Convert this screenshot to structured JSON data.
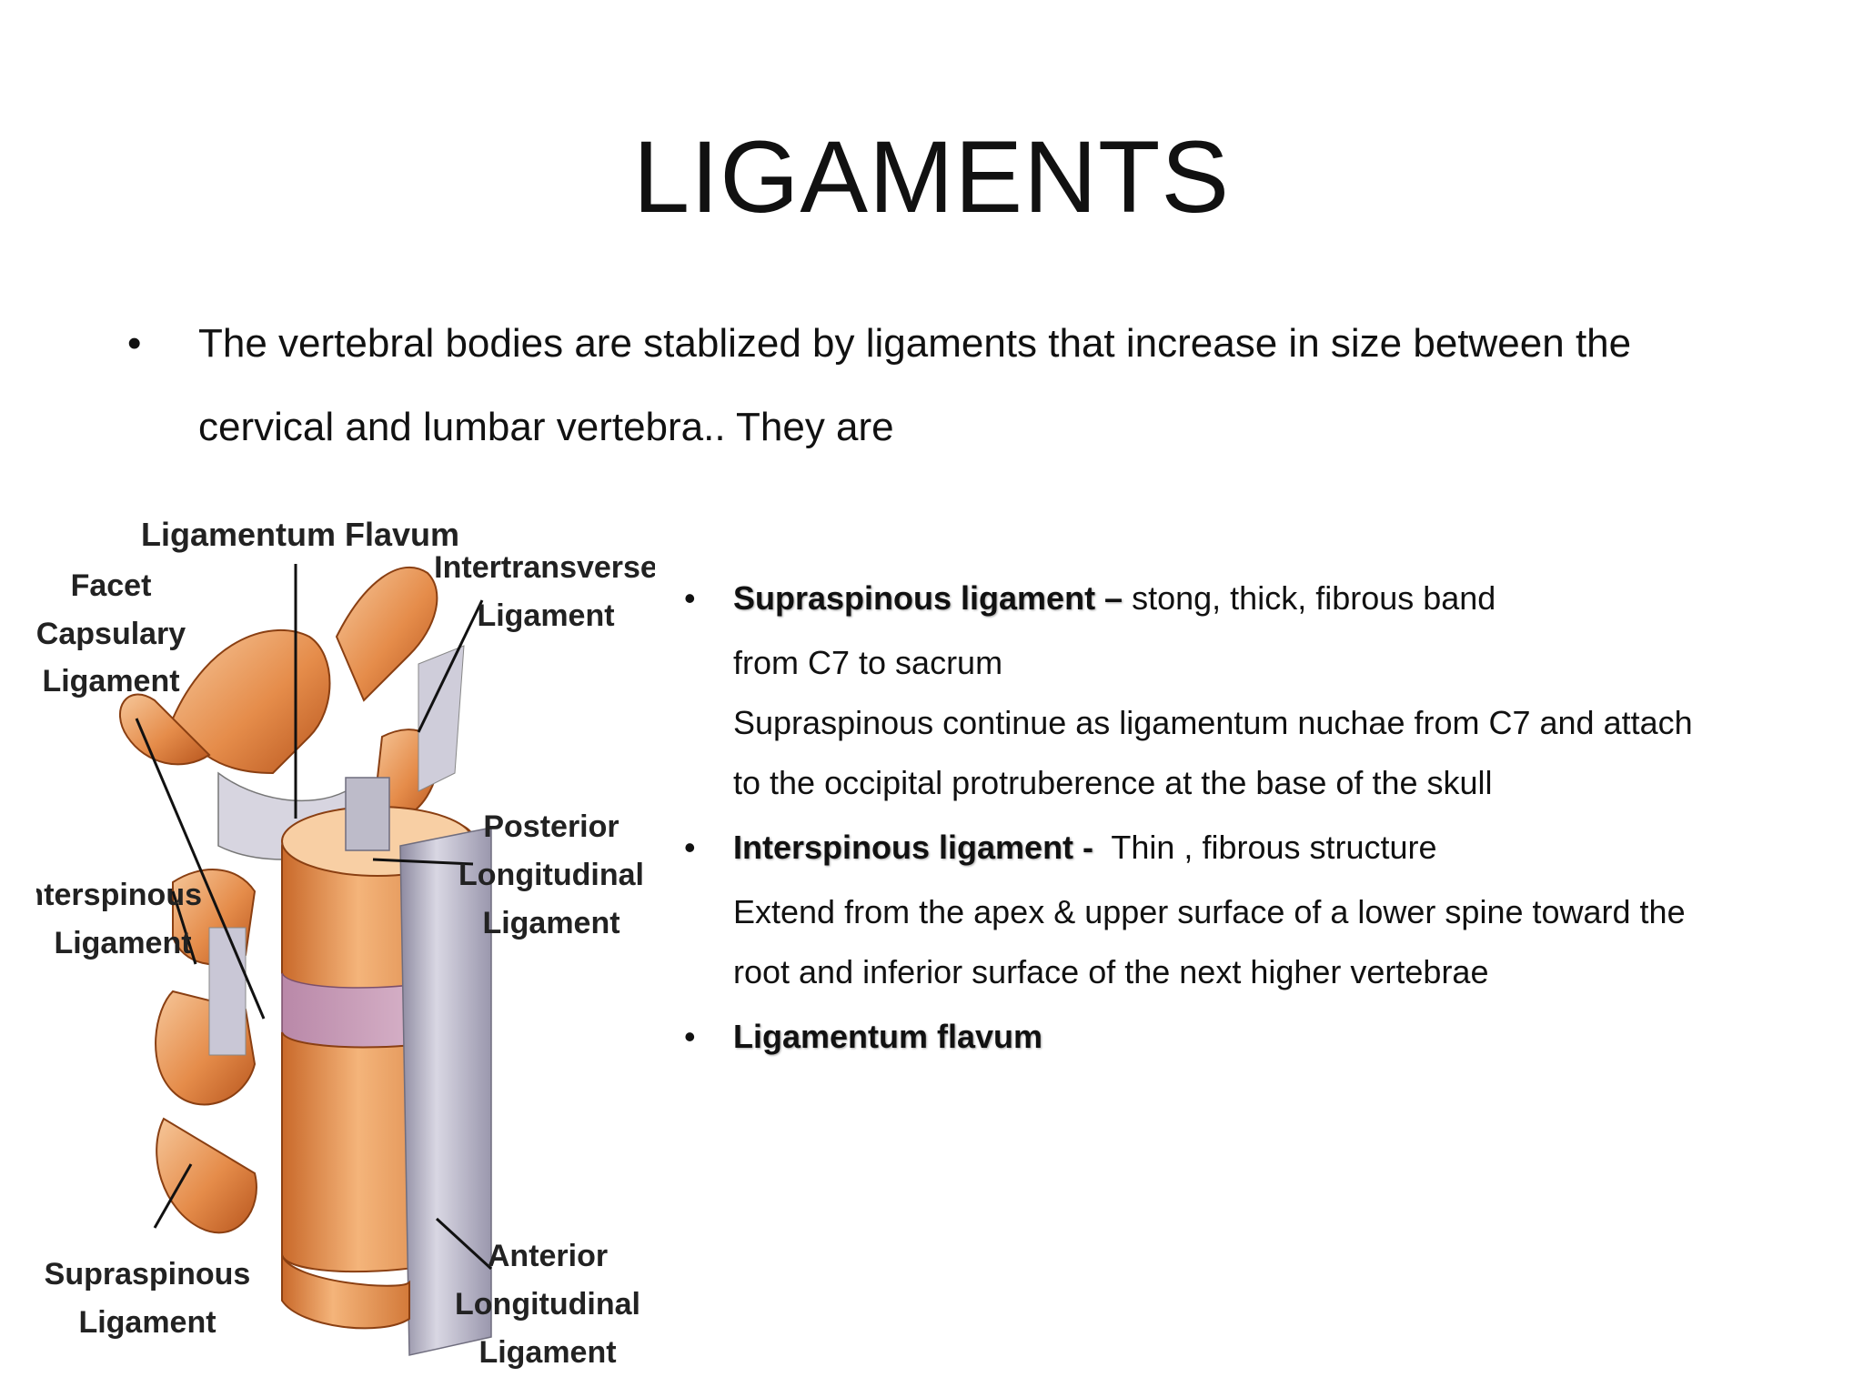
{
  "slide": {
    "title": "LIGAMENTS",
    "intro_bullet": "•",
    "intro_line1": "The vertebral bodies are stablized by ligaments that increase in size between the",
    "intro_line2": "cervical and lumbar vertebra.. They are"
  },
  "figure": {
    "labels": {
      "ligamentum_flavum": "Ligamentum Flavum",
      "facet_1": "Facet",
      "facet_2": "Capsulary",
      "facet_3": "Ligament",
      "intertransverse_1": "Intertransverse",
      "intertransverse_2": "Ligament",
      "posterior_1": "Posterior",
      "posterior_2": "Longitudinal",
      "posterior_3": "Ligament",
      "interspinous_1": "Interspinous",
      "interspinous_2": "Ligament",
      "supraspinous_1": "Supraspinous",
      "supraspinous_2": "Ligament",
      "anterior_1": "Anterior",
      "anterior_2": "Longitudinal",
      "anterior_3": "Ligament"
    }
  },
  "list": {
    "bullet": "•",
    "items": [
      {
        "term": "Supraspinous ligament –",
        "desc": " stong, thick, fibrous band",
        "lines": [
          "from C7 to sacrum",
          "Supraspinous continue as ligamentum nuchae from C7 and attach",
          "to the occipital protruberence at the base of the skull"
        ]
      },
      {
        "term": "Interspinous ligament -",
        "desc": "  Thin , fibrous structure",
        "lines": [
          "Extend from the apex & upper surface of a lower spine toward the",
          "root and inferior surface of the next higher vertebrae"
        ]
      },
      {
        "term": "Ligamentum flavum",
        "desc": "",
        "lines": []
      }
    ]
  }
}
